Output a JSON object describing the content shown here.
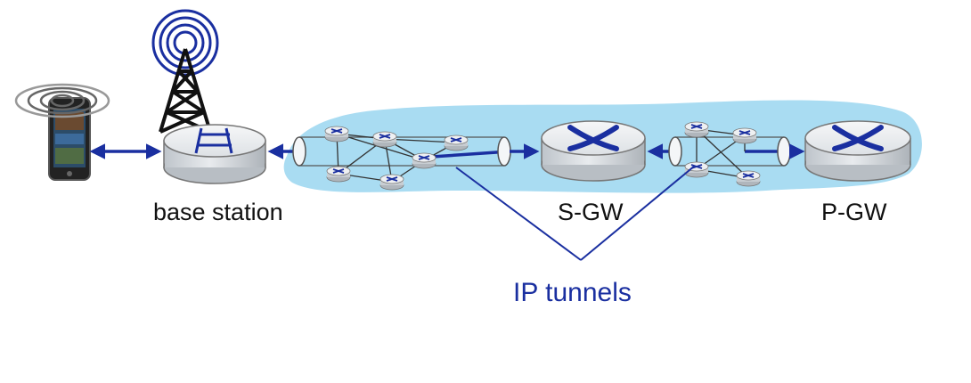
{
  "labels": {
    "base_station": "base station",
    "sgw": "S-GW",
    "pgw": "P-GW",
    "ip_tunnels": "IP tunnels"
  },
  "colors": {
    "network_cloud": "#a9dcf2",
    "accent_blue": "#1a2fa0",
    "router_body": "#d9dde1",
    "router_top": "#eef0f2",
    "arrow_blue": "#1a2fa0",
    "tower": "#111111"
  },
  "icons": {
    "phone": "smartphone-icon",
    "wireless": "wireless-signal-icon",
    "tower": "antenna-tower-icon",
    "base_station": "base-station-icon",
    "router": "router-icon",
    "gateway": "gateway-router-icon"
  }
}
